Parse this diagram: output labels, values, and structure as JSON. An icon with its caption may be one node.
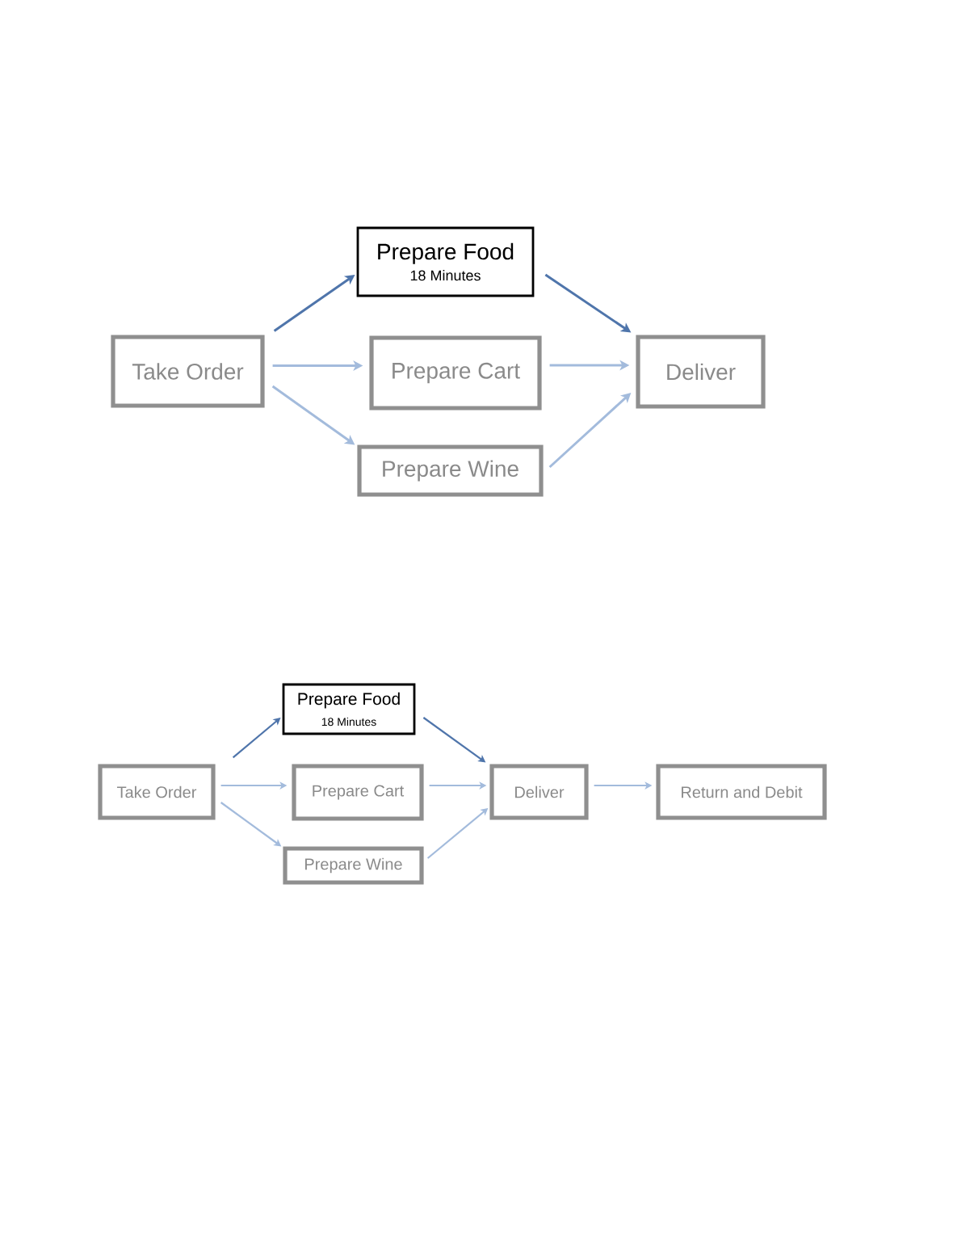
{
  "diagram": {
    "nodes": [
      {
        "text": [
          "Prepare Food",
          "18 Minutes"
        ]
      },
      {
        "text": [
          "Take Order"
        ]
      },
      {
        "text": [
          "Prepare Cart"
        ]
      },
      {
        "text": [
          "Deliver"
        ]
      },
      {
        "text": [
          "Prepare Wine"
        ]
      },
      {
        "text": [
          "Prepare Food",
          "18 Minutes"
        ]
      },
      {
        "text": [
          "Take Order"
        ]
      },
      {
        "text": [
          "Prepare Cart"
        ]
      },
      {
        "text": [
          "Deliver"
        ]
      },
      {
        "text": [
          "Return and Debit"
        ]
      },
      {
        "text": [
          "Prepare Wine"
        ]
      }
    ],
    "edges": [
      {
        "from": 1,
        "to": 0,
        "arrow": "to",
        "color": "#4f75ab"
      },
      {
        "from": 0,
        "to": 3,
        "arrow": "to",
        "color": "#4f75ab"
      },
      {
        "from": 1,
        "to": 2,
        "arrow": "to"
      },
      {
        "from": 2,
        "to": 3,
        "arrow": "to"
      },
      {
        "from": 1,
        "to": 4,
        "arrow": "to"
      },
      {
        "from": 4,
        "to": 3,
        "arrow": "to"
      },
      {
        "from": 6,
        "to": 5,
        "arrow": "to",
        "color": "#4f75ab"
      },
      {
        "from": 5,
        "to": 8,
        "arrow": "to",
        "color": "#4f75ab"
      },
      {
        "from": 6,
        "to": 7,
        "arrow": "to"
      },
      {
        "from": 7,
        "to": 8,
        "arrow": "to"
      },
      {
        "from": 6,
        "to": 10,
        "arrow": "to"
      },
      {
        "from": 10,
        "to": 8,
        "arrow": "to"
      },
      {
        "from": 8,
        "to": 9,
        "arrow": "to"
      }
    ]
  }
}
